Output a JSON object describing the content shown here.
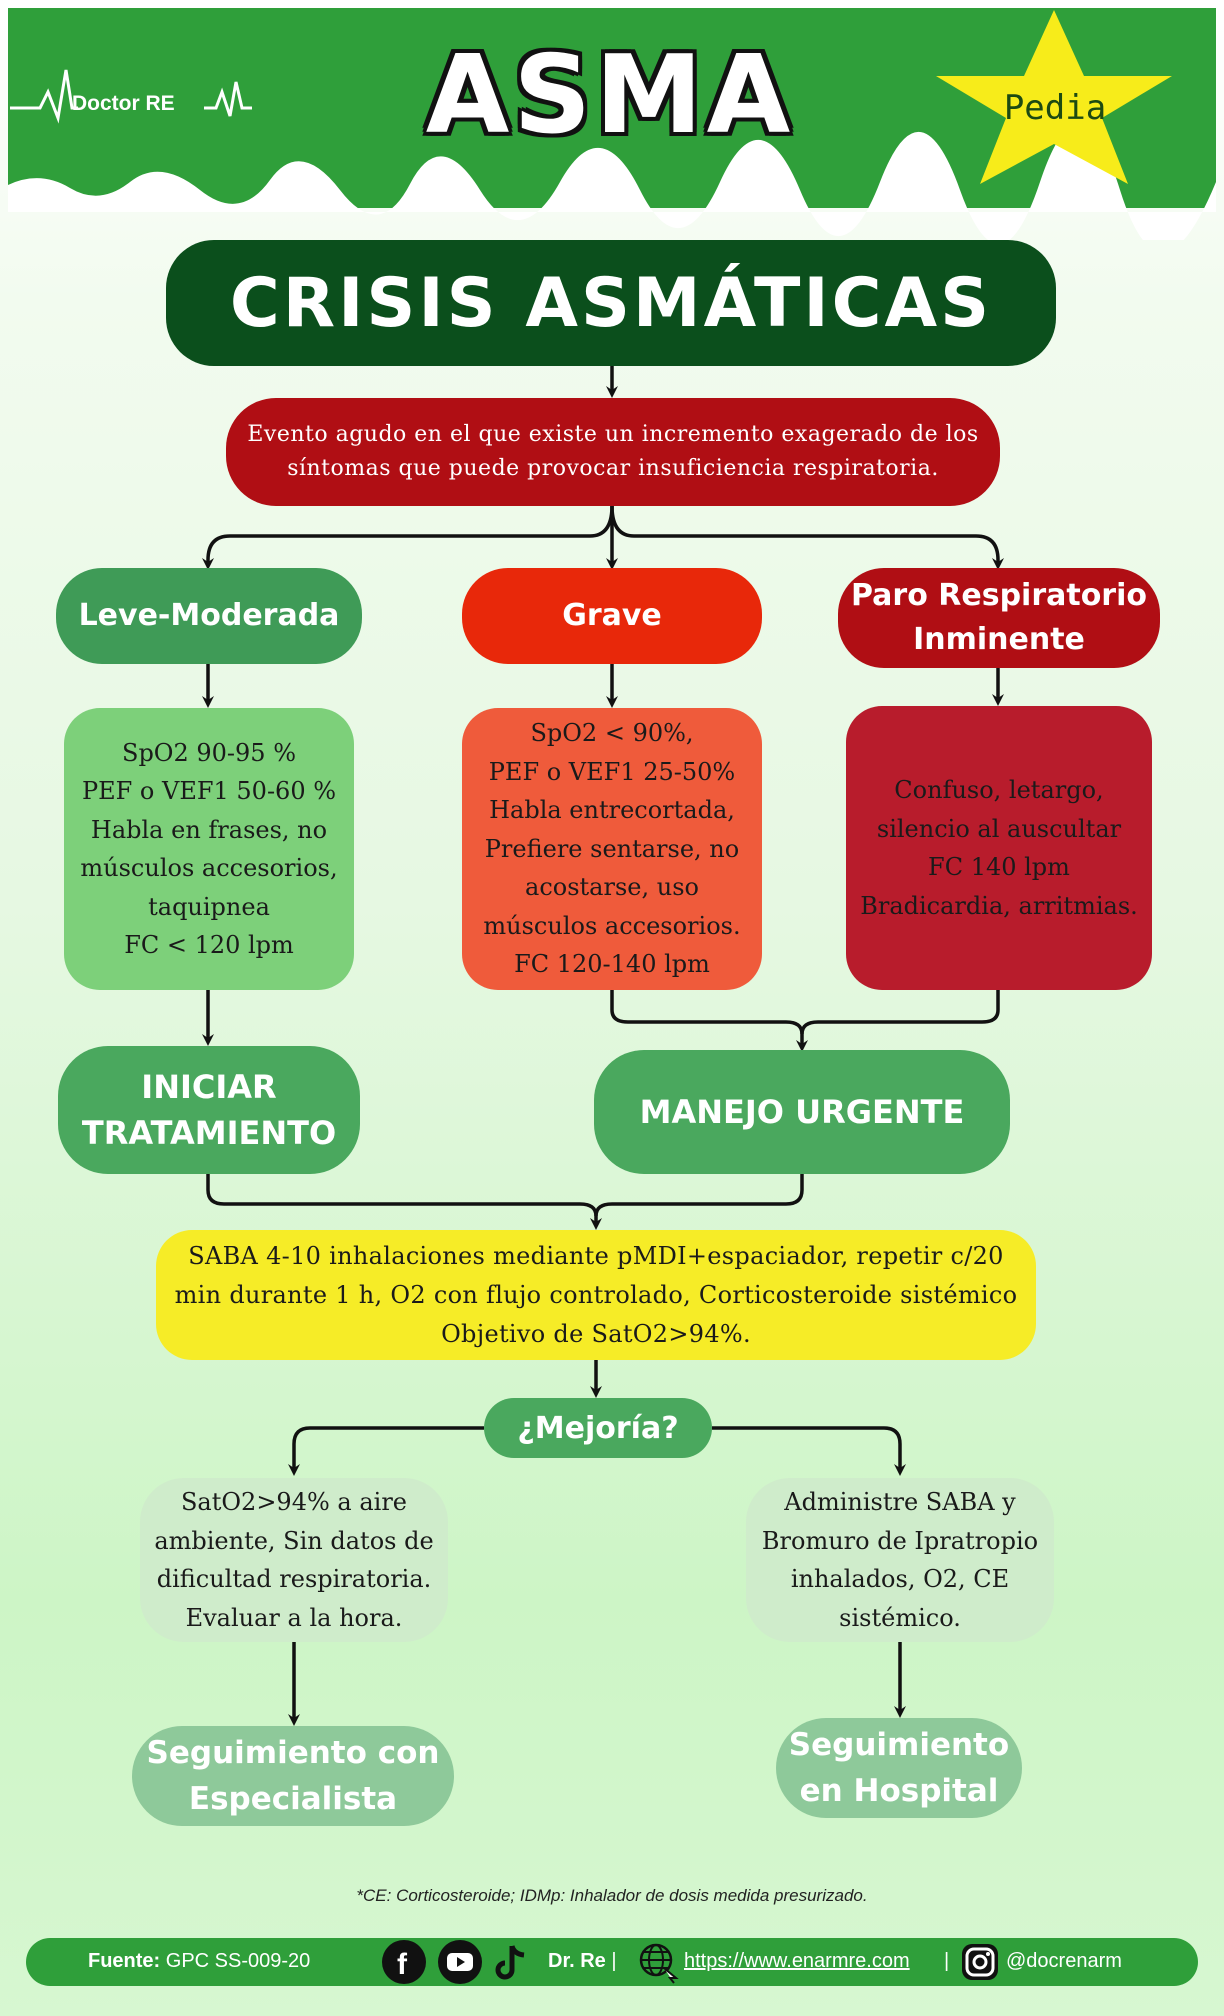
{
  "header": {
    "logo": "Doctor RE",
    "title": "ASMA",
    "badge": "Pedia"
  },
  "main_title": "CRISIS ASMÁTICAS",
  "definition": {
    "line1": "Evento agudo en el que existe un incremento exagerado de los",
    "line2": "síntomas que puede provocar insuficiencia respiratoria."
  },
  "severity": {
    "mild": {
      "label": "Leve-Moderada",
      "details": [
        "SpO2 90-95 %",
        "PEF o VEF1 50-60 %",
        "Habla en frases, no",
        "músculos accesorios,",
        "taquipnea",
        "FC < 120 lpm"
      ]
    },
    "severe": {
      "label": "Grave",
      "details": [
        "SpO2 < 90%,",
        "PEF o VEF1 25-50%",
        "Habla entrecortada,",
        "Prefiere sentarse, no",
        "acostarse, uso",
        "músculos accesorios.",
        "FC 120-140 lpm"
      ]
    },
    "arrest": {
      "label_line1": "Paro Respiratorio",
      "label_line2": "Inminente",
      "details": [
        "Confuso, letargo,",
        "silencio al auscultar",
        "FC  140 lpm",
        "Bradicardia, arritmias."
      ]
    }
  },
  "actions": {
    "start_line1": "INICIAR",
    "start_line2": "TRATAMIENTO",
    "urgent": "MANEJO URGENTE"
  },
  "treatment": {
    "line1": "SABA 4-10 inhalaciones mediante pMDI+espaciador, repetir c/20",
    "line2": "min durante 1 h, O2 con flujo controlado, Corticosteroide sistémico",
    "line3": "Objetivo de SatO2>94%."
  },
  "question": "¿Mejoría?",
  "outcomes": {
    "yes": [
      "SatO2>94% a aire",
      "ambiente, Sin datos de",
      "dificultad respiratoria.",
      "Evaluar a la hora."
    ],
    "no": [
      "Administre SABA y",
      "Bromuro de Ipratropio",
      "inhalados, O2, CE",
      "sistémico."
    ]
  },
  "followups": {
    "specialist_line1": "Seguimiento con",
    "specialist_line2": "Especialista",
    "hospital_line1": "Seguimiento",
    "hospital_line2": "en Hospital"
  },
  "footnote": "*CE: Corticosteroide; IDMp: Inhalador de dosis medida presurizado.",
  "footer": {
    "source_label": "Fuente:",
    "source_value": "GPC SS-009-20",
    "author": "Dr. Re",
    "separator": "|",
    "website": "https://www.enarmre.com",
    "handle": "@docrenarm"
  },
  "colors": {
    "header_green": "#2f9f3a",
    "title_dark_green": "#0b4f1c",
    "definition_red": "#b00e14",
    "mild_green": "#3f9b57",
    "mild_detail": "#7dd07a",
    "severe_red": "#e8280a",
    "severe_detail": "#ef5b3b",
    "arrest_red": "#b00e14",
    "arrest_detail": "#b81c2c",
    "treatment_yellow": "#f6ec27",
    "star_yellow": "#f7ec1a"
  },
  "icons": [
    "facebook-icon",
    "youtube-icon",
    "tiktok-icon",
    "globe-icon",
    "instagram-icon",
    "star-icon",
    "heartbeat-icon"
  ]
}
